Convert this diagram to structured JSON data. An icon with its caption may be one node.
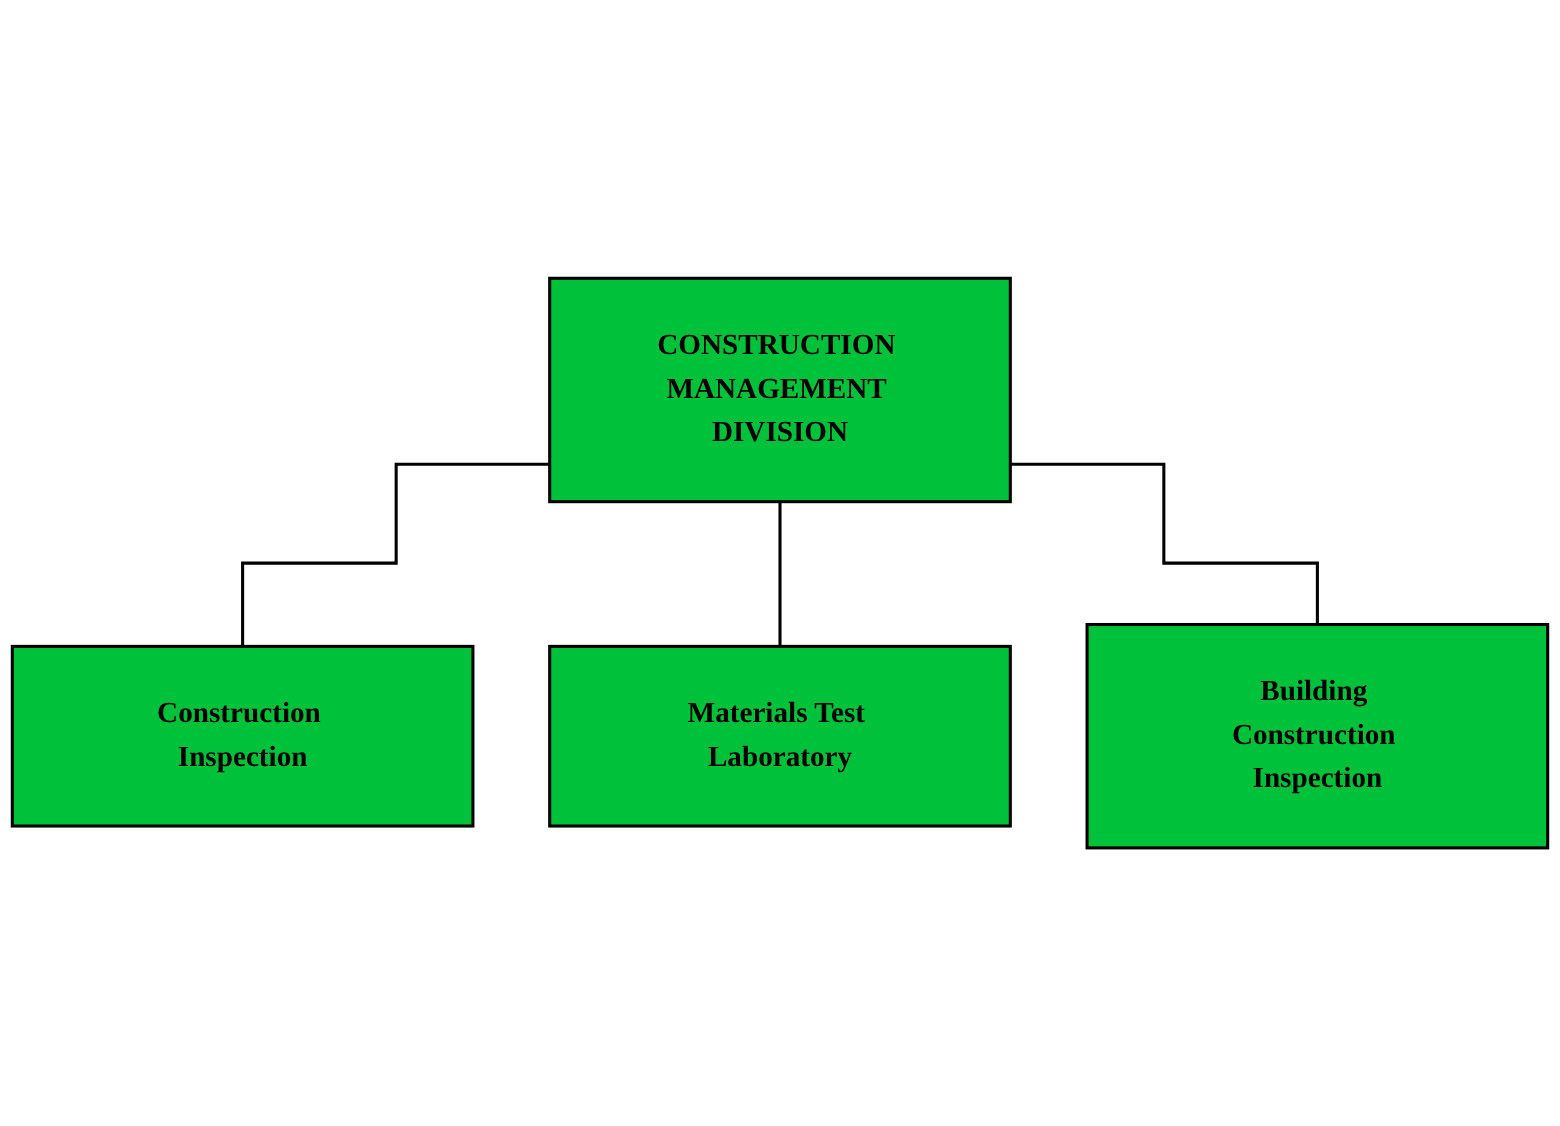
{
  "diagram": {
    "nodes": [
      {
        "text": [
          "CONSTRUCTION MANAGEMENT DIVISION"
        ]
      },
      {
        "text": [
          "Construction Inspection"
        ]
      },
      {
        "text": [
          "Materials Test Laboratory"
        ]
      },
      {
        "text": [
          "Building Construction Inspection"
        ]
      }
    ],
    "edges": [
      {
        "from": 0,
        "to": 1,
        "arrow": "none"
      },
      {
        "from": 0,
        "to": 2,
        "arrow": "none"
      },
      {
        "from": 0,
        "to": 3,
        "arrow": "none"
      }
    ]
  }
}
